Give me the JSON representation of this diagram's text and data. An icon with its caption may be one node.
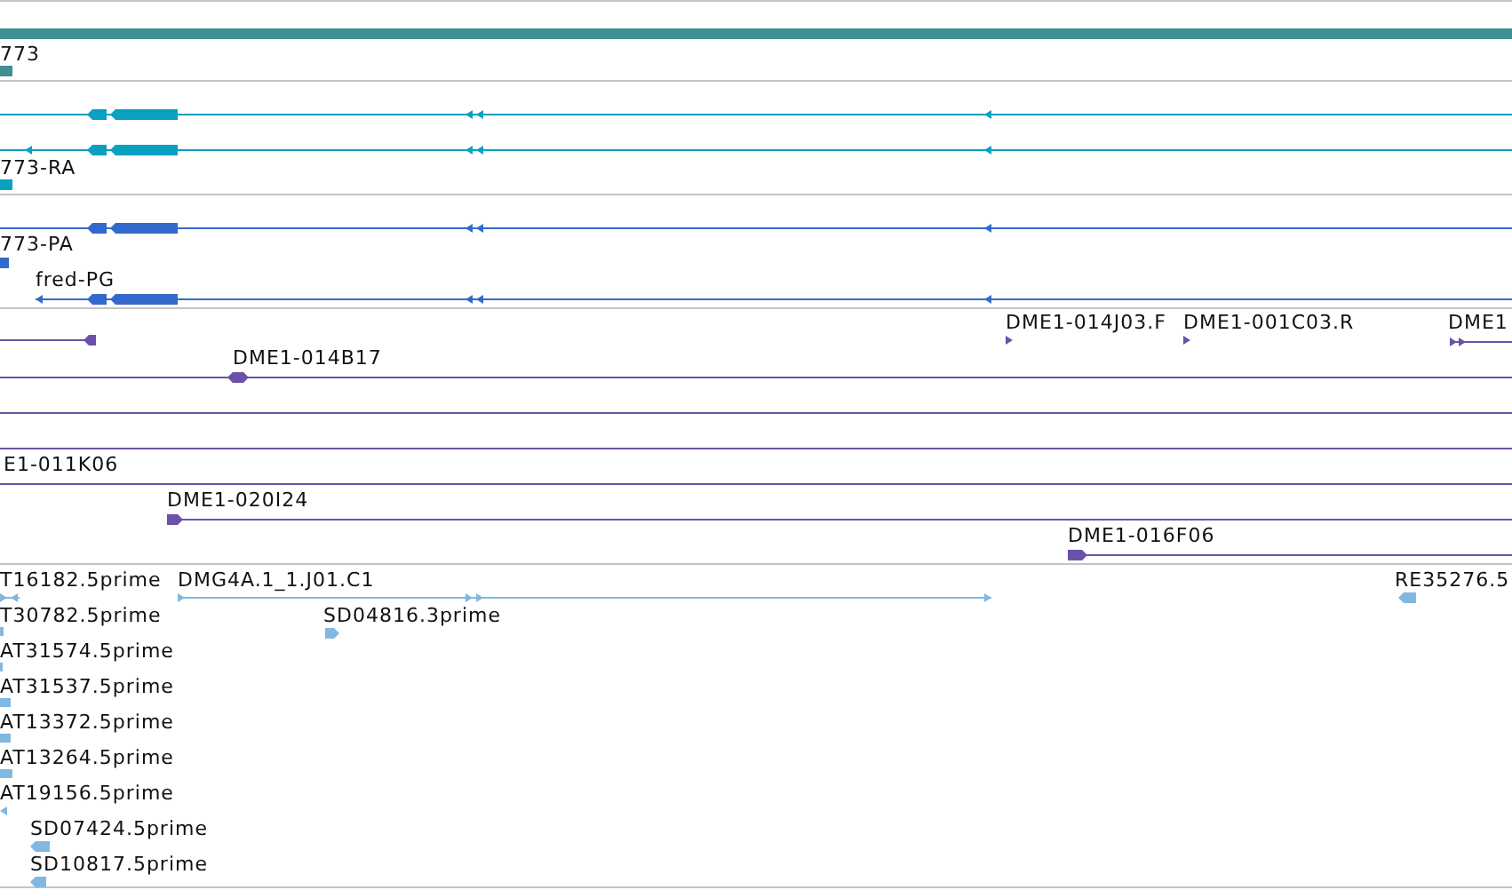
{
  "diagram": {
    "labels": [
      "773",
      "773-RA",
      "773-PA",
      "fred-PG",
      "DME1-014J03.F",
      "DME1-001C03.R",
      "DME1",
      "DME1-014B17",
      "E1-011K06",
      "DME1-020I24",
      "DME1-016F06",
      "T16182.5prime",
      "DMG4A.1_1.J01.C1",
      "RE35276.5",
      "T30782.5prime",
      "SD04816.3prime",
      "AT31574.5prime",
      "AT31537.5prime",
      "AT13372.5prime",
      "AT13264.5prime",
      "AT19156.5prime",
      "SD07424.5prime",
      "SD10817.5prime"
    ]
  }
}
